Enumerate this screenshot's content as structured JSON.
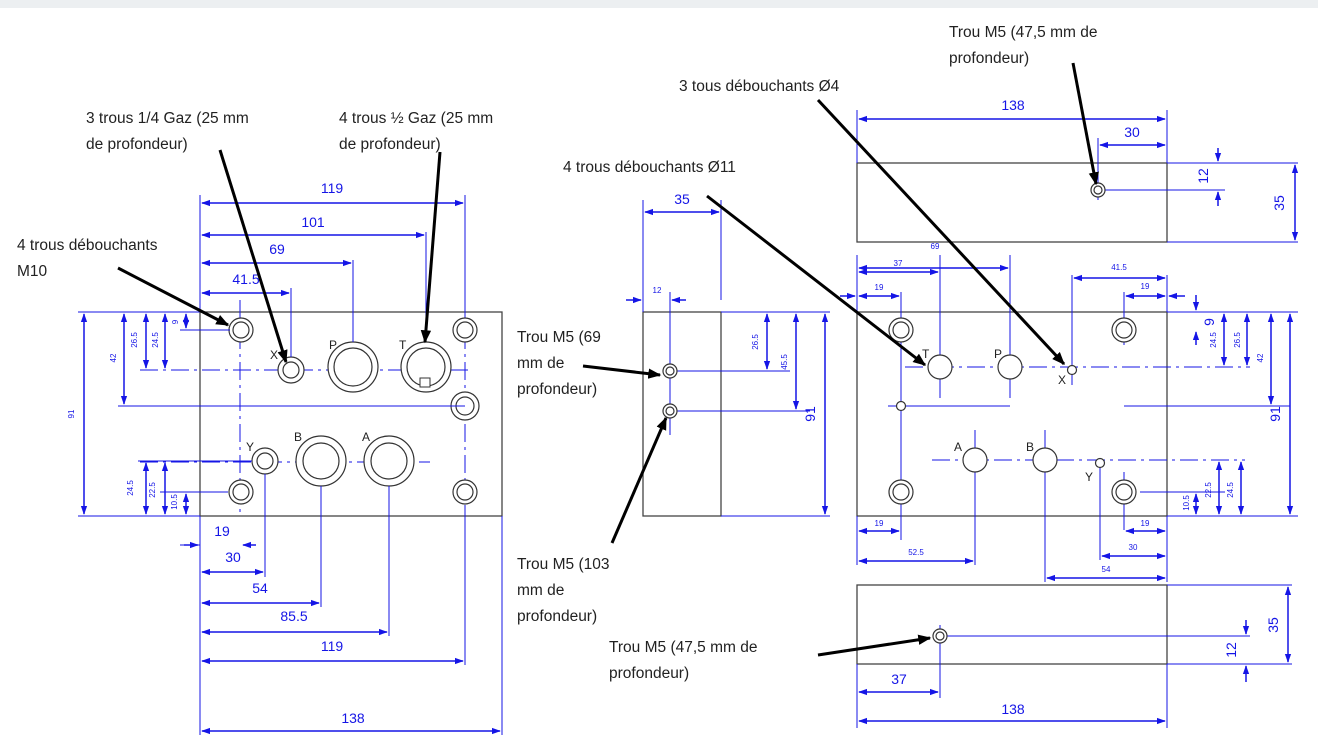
{
  "notes": {
    "gaz14": "3 trous 1/4 Gaz (25 mm\nde profondeur)",
    "gaz12": "4 trous ½ Gaz (25 mm\nde profondeur)",
    "m10": "4 trous débouchants\nM10",
    "m5_69": "Trou M5 (69\nmm de\nprofondeur)",
    "deb11": "4 trous débouchants Ø11",
    "m5_103": "Trou M5 (103\nmm de\nprofondeur)",
    "m5_475_bottom": "Trou M5 (47,5 mm de\nprofondeur)",
    "deb4": "3 tous débouchants Ø4",
    "m5_475_top": "Trou M5 (47,5 mm de\nprofondeur)"
  },
  "ports": {
    "x": "X",
    "p": "P",
    "t": "T",
    "y": "Y",
    "b": "B",
    "a": "A"
  },
  "dims": {
    "d119": "119",
    "d101": "101",
    "d69": "69",
    "d41_5": "41.5",
    "d91": "91",
    "d42": "42",
    "d26_5": "26.5",
    "d24_5": "24.5",
    "d9": "9",
    "d22_5": "22.5",
    "d10_5": "10.5",
    "d19": "19",
    "d30": "30",
    "d54": "54",
    "d85_5": "85.5",
    "d138": "138",
    "d35": "35",
    "d12": "12",
    "d45_5": "45.5",
    "d37": "37",
    "d52_5": "52.5"
  }
}
